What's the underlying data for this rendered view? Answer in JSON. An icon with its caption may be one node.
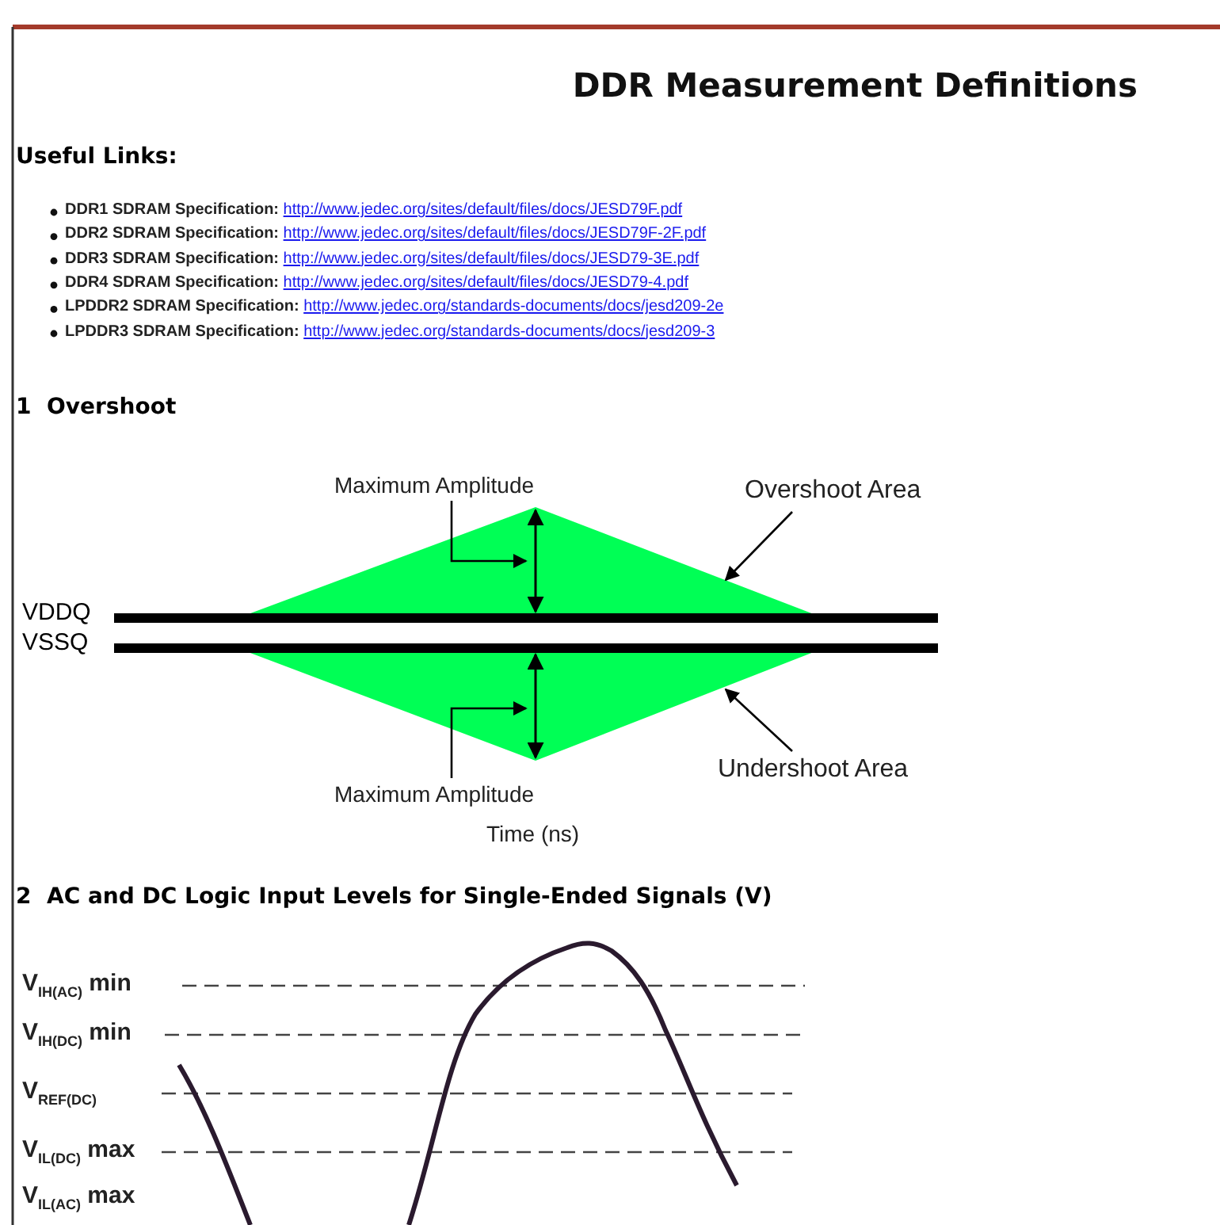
{
  "diagram": {
    "title": "DDR Measurement Definitions",
    "nodes": [
      {
        "text": [
          "Maximum Amplitude"
        ]
      },
      {
        "text": [
          "Overshoot Area"
        ]
      },
      {
        "text": [
          "Undershoot Area"
        ]
      },
      {
        "text": [
          "Maximum Amplitude"
        ]
      },
      {
        "text": [],
        "shape": "triangle"
      },
      {
        "text": [],
        "shape": "triangle"
      },
      {
        "text": [],
        "shape": "arrow",
        "in": 4
      },
      {
        "text": [],
        "shape": "arrow",
        "in": 5
      }
    ],
    "edges": [
      {
        "from": 0,
        "to": 6,
        "arrow": "to"
      },
      {
        "from": 1,
        "to": 4,
        "arrow": "to"
      },
      {
        "from": 2,
        "to": 5,
        "arrow": "to"
      },
      {
        "from": 3,
        "to": 7,
        "arrow": "to"
      }
    ],
    "labels": [
      "Useful Links:",
      "DDR1 SDRAM Specification:",
      "http://www.jedec.org/sites/default/files/docs/JESD79F.pdf",
      "DDR2 SDRAM Specification:",
      "http://www.jedec.org/sites/default/files/docs/JESD79F-2F.pdf",
      "DDR3 SDRAM Specification:",
      "http://www.jedec.org/sites/default/files/docs/JESD79-3E.pdf",
      "DDR4 SDRAM Specification:",
      "http://www.jedec.org/sites/default/files/docs/JESD79-4.pdf",
      "LPDDR2 SDRAM Specification:",
      "http://www.jedec.org/standards-documents/docs/jesd209-2e",
      "LPDDR3 SDRAM Specification:",
      "http://www.jedec.org/standards-documents/docs/jesd209-3",
      "1  Overshoot",
      "VDDQ",
      "VSSQ",
      "Time (ns)",
      "2  AC and DC Logic Input Levels for Single-Ended Signals (V)",
      "V$_{IH(AC)}$ min",
      "V$_{IH(DC)}$ min",
      "V$_{REF(DC)}$",
      "V$_{IL(DC)}$ max",
      "V$_{IL(AC)}$ max"
    ]
  }
}
